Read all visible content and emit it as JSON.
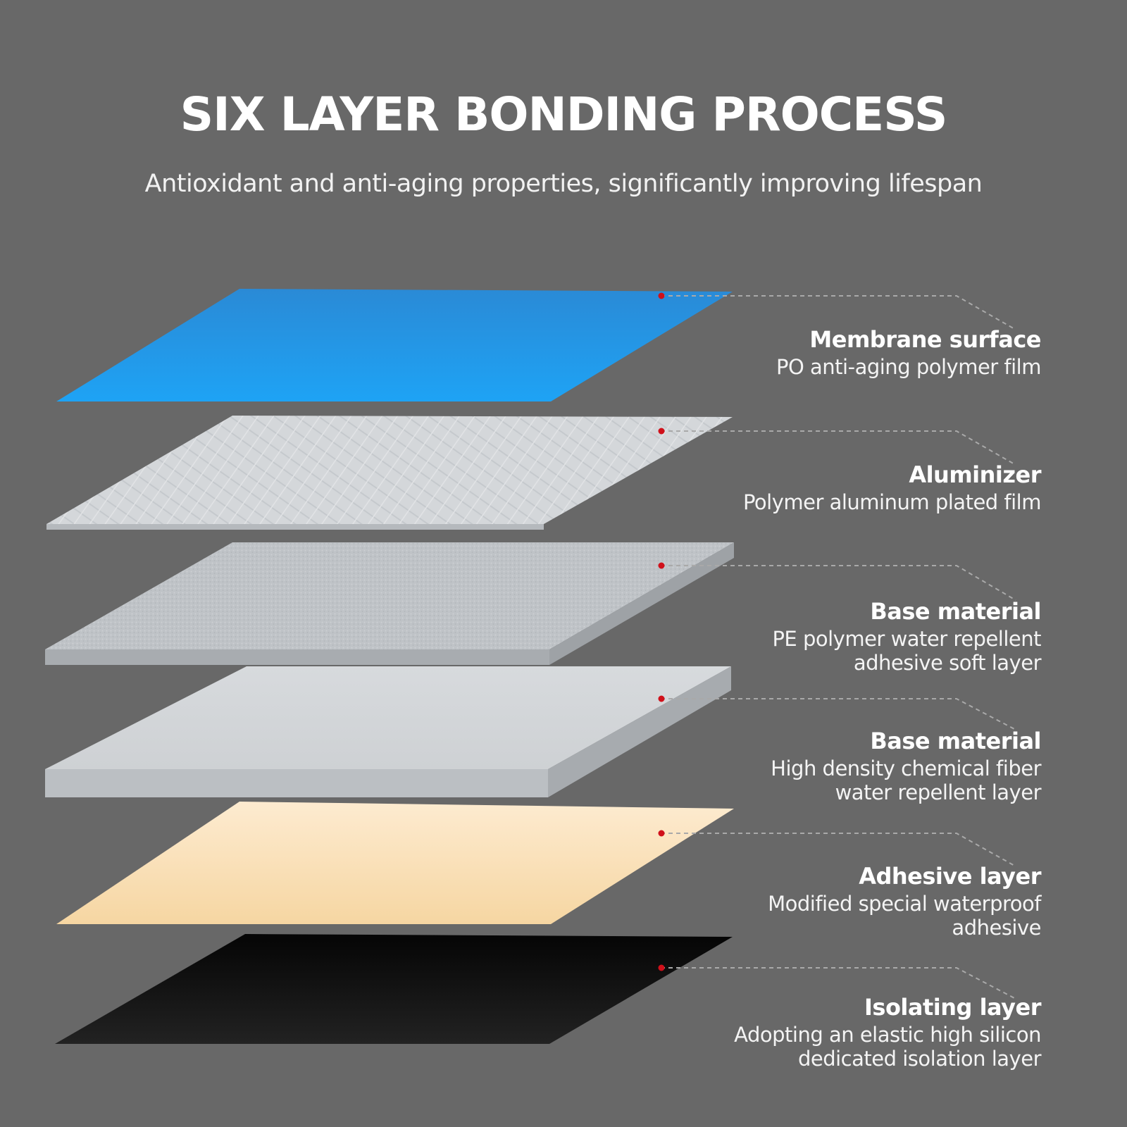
{
  "title": "SIX LAYER BONDING PROCESS",
  "subtitle": "Antioxidant and anti-aging properties, significantly improving lifespan",
  "layers": [
    {
      "name": "Membrane surface",
      "desc_lines": [
        "PO anti-aging polymer film"
      ]
    },
    {
      "name": "Aluminizer",
      "desc_lines": [
        "Polymer aluminum plated film"
      ]
    },
    {
      "name": "Base material",
      "desc_lines": [
        "PE polymer water repellent",
        "adhesive soft layer"
      ]
    },
    {
      "name": "Base material",
      "desc_lines": [
        "High density chemical fiber",
        "water repellent layer"
      ]
    },
    {
      "name": "Adhesive layer",
      "desc_lines": [
        "Modified special waterproof",
        "adhesive"
      ]
    },
    {
      "name": "Isolating layer",
      "desc_lines": [
        "Adopting an elastic high silicon",
        "dedicated isolation layer"
      ]
    }
  ],
  "colors": {
    "background": "#686868",
    "marker": "#d0101a",
    "leader": "#a9a9a9",
    "membrane": "#1f8fe8",
    "aluminizer": "#d2d5d8",
    "base_pe": "#c0c4c8",
    "base_fiber": "#d4d7da",
    "adhesive": "#f7ddb0",
    "isolating": "#111111"
  }
}
